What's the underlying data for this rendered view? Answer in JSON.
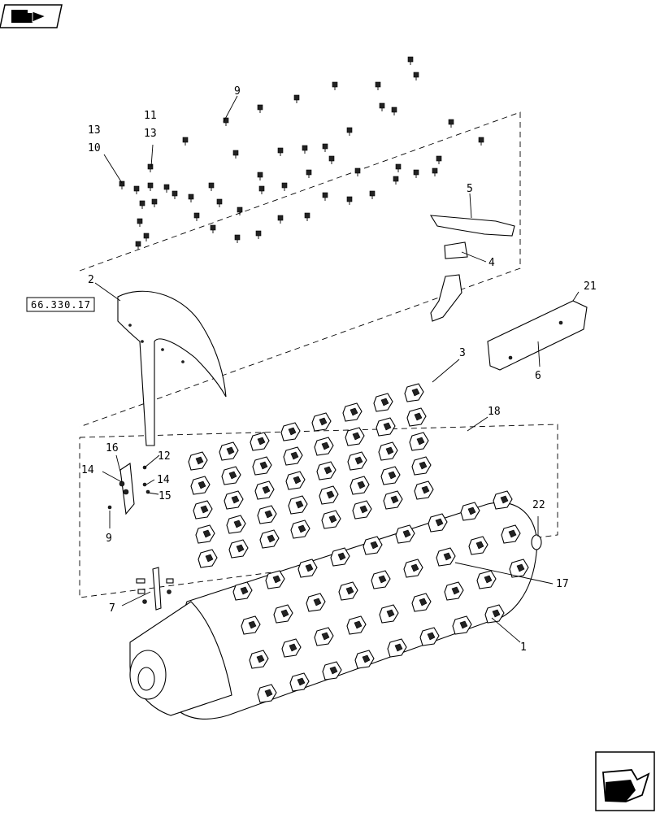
{
  "reference_label": "66.330.17",
  "callouts": {
    "c1": "1",
    "c2": "2",
    "c3": "3",
    "c4": "4",
    "c5": "5",
    "c6": "6",
    "c7": "7",
    "c9a": "9",
    "c9b": "9",
    "c10": "10",
    "c11": "11",
    "c12": "12",
    "c13a": "13",
    "c13b": "13",
    "c14a": "14",
    "c14b": "14",
    "c15": "15",
    "c16": "16",
    "c17": "17",
    "c18": "18",
    "c21": "21",
    "c22": "22"
  },
  "icons": {
    "top_left": "book-arrow-icon",
    "bottom_right": "next-page-arrow-icon"
  }
}
